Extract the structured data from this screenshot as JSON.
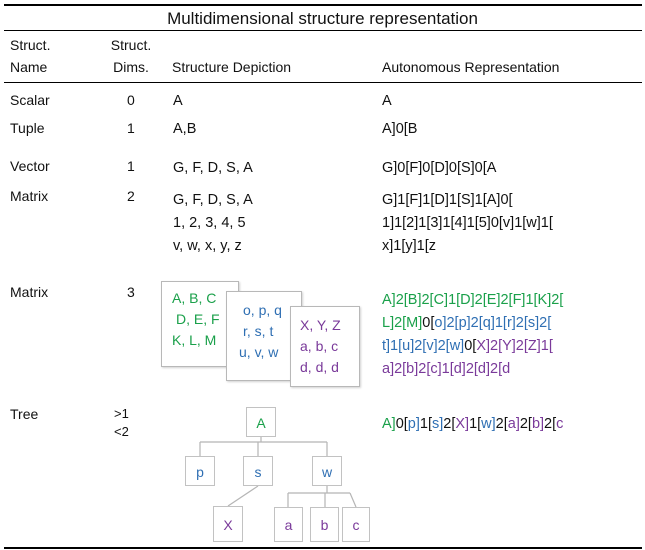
{
  "title": "Multidimensional structure representation",
  "headers": {
    "name_line1": "Struct.",
    "name_line2": "Name",
    "dims_line1": "Struct.",
    "dims_line2": "Dims.",
    "depiction": "Structure Depiction",
    "autonomous": "Autonomous Representation"
  },
  "rows": {
    "scalar": {
      "name": "Scalar",
      "dims": "0",
      "depiction": "A",
      "auto": "A"
    },
    "tuple": {
      "name": "Tuple",
      "dims": "1",
      "depiction": "A,B",
      "auto": "A]0[B"
    },
    "vector": {
      "name": "Vector",
      "dims": "1",
      "depiction": "G, F, D, S, A",
      "auto": "G]0[F]0[D]0[S]0[A"
    },
    "matrix2": {
      "name": "Matrix",
      "dims": "2",
      "depiction": [
        "G, F, D, S, A",
        "1, 2, 3, 4, 5",
        "v, w, x, y, z"
      ],
      "auto": [
        "G]1[F]1[D]1[S]1[A]0[",
        "1]1[2]1[3]1[4]1[5]0[v]1[w]1[",
        "x]1[y]1[z"
      ]
    },
    "matrix3": {
      "name": "Matrix",
      "dims": "3",
      "layer1": [
        "A, B, C",
        "D, E, F",
        "K, L, M"
      ],
      "layer2": [
        "o, p, q",
        "r, s, t",
        "u, v, w"
      ],
      "layer3": [
        "X, Y, Z",
        "a, b, c",
        "d, d, d"
      ],
      "auto": [
        [
          [
            "A]2[B]2[C]1[D]2[E]2[F]1[K]2[",
            "g"
          ]
        ],
        [
          [
            "L]2[M]",
            "g"
          ],
          [
            "0[",
            "k"
          ],
          [
            "o]2[p]2[q]1[r]2[s]2[",
            "b"
          ]
        ],
        [
          [
            "t]1[u]2[v]2[w]",
            "b"
          ],
          [
            "0[",
            "k"
          ],
          [
            "X]2[Y]2[Z]1[",
            "p"
          ]
        ],
        [
          [
            "a]2[b]2[c]1[d]2[d]2[d",
            "p"
          ]
        ]
      ]
    },
    "tree": {
      "name": "Tree",
      "dims_line1": ">1",
      "dims_line2": "<2",
      "nodes": {
        "root": "A",
        "p": "p",
        "s": "s",
        "w": "w",
        "X": "X",
        "a": "a",
        "b": "b",
        "c": "c"
      },
      "auto": [
        [
          "A]",
          "g"
        ],
        [
          "0[",
          "k"
        ],
        [
          "p]",
          "b"
        ],
        [
          "1[",
          "k"
        ],
        [
          "s]",
          "b"
        ],
        [
          "2[",
          "k"
        ],
        [
          "X]",
          "p"
        ],
        [
          "1[",
          "k"
        ],
        [
          "w]",
          "b"
        ],
        [
          "2[",
          "k"
        ],
        [
          "a]",
          "p"
        ],
        [
          "2[",
          "k"
        ],
        [
          "b]",
          "p"
        ],
        [
          "2[",
          "k"
        ],
        [
          "c",
          "p"
        ]
      ]
    }
  },
  "colors": {
    "green": "#1aa04a",
    "blue": "#2f6fb3",
    "purple": "#7a3a9a",
    "black": "#111111"
  }
}
